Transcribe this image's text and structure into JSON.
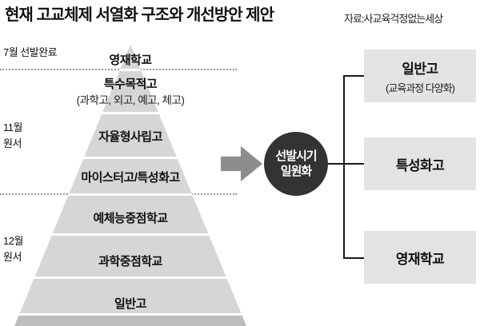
{
  "header": {
    "title": "현재 고교체제 서열화 구조와 개선방안 제안",
    "source": "자료:사교육걱정없는세상"
  },
  "timeline": {
    "t1": "7월 선발완료",
    "t2_line1": "11월",
    "t2_line2": "원서",
    "t3_line1": "12월",
    "t3_line2": "원서"
  },
  "pyramid": {
    "levels": [
      {
        "name": "영재학교",
        "sub": ""
      },
      {
        "name": "특수목적고",
        "sub": "(과학고, 외고, 예고, 체고)"
      },
      {
        "name": "자율형사립고",
        "sub": ""
      },
      {
        "name": "마이스터고/특성화고",
        "sub": ""
      },
      {
        "name": "예체능중점학교",
        "sub": ""
      },
      {
        "name": "과학중점학교",
        "sub": ""
      },
      {
        "name": "일반고",
        "sub": ""
      }
    ]
  },
  "transition": {
    "node_line1": "선발시기",
    "node_line2": "일원화"
  },
  "proposal": {
    "boxes": [
      {
        "name": "일반고",
        "sub": "(교육과정 다양화)"
      },
      {
        "name": "특성화고",
        "sub": ""
      },
      {
        "name": "영재학교",
        "sub": ""
      }
    ]
  },
  "colors": {
    "pyramid_fill": "#d6d6d6",
    "pyramid_base": "#bdbdbd",
    "box_fill": "#e3e3e3",
    "arrow": "#8d8d8d",
    "node_fill": "#333333"
  }
}
